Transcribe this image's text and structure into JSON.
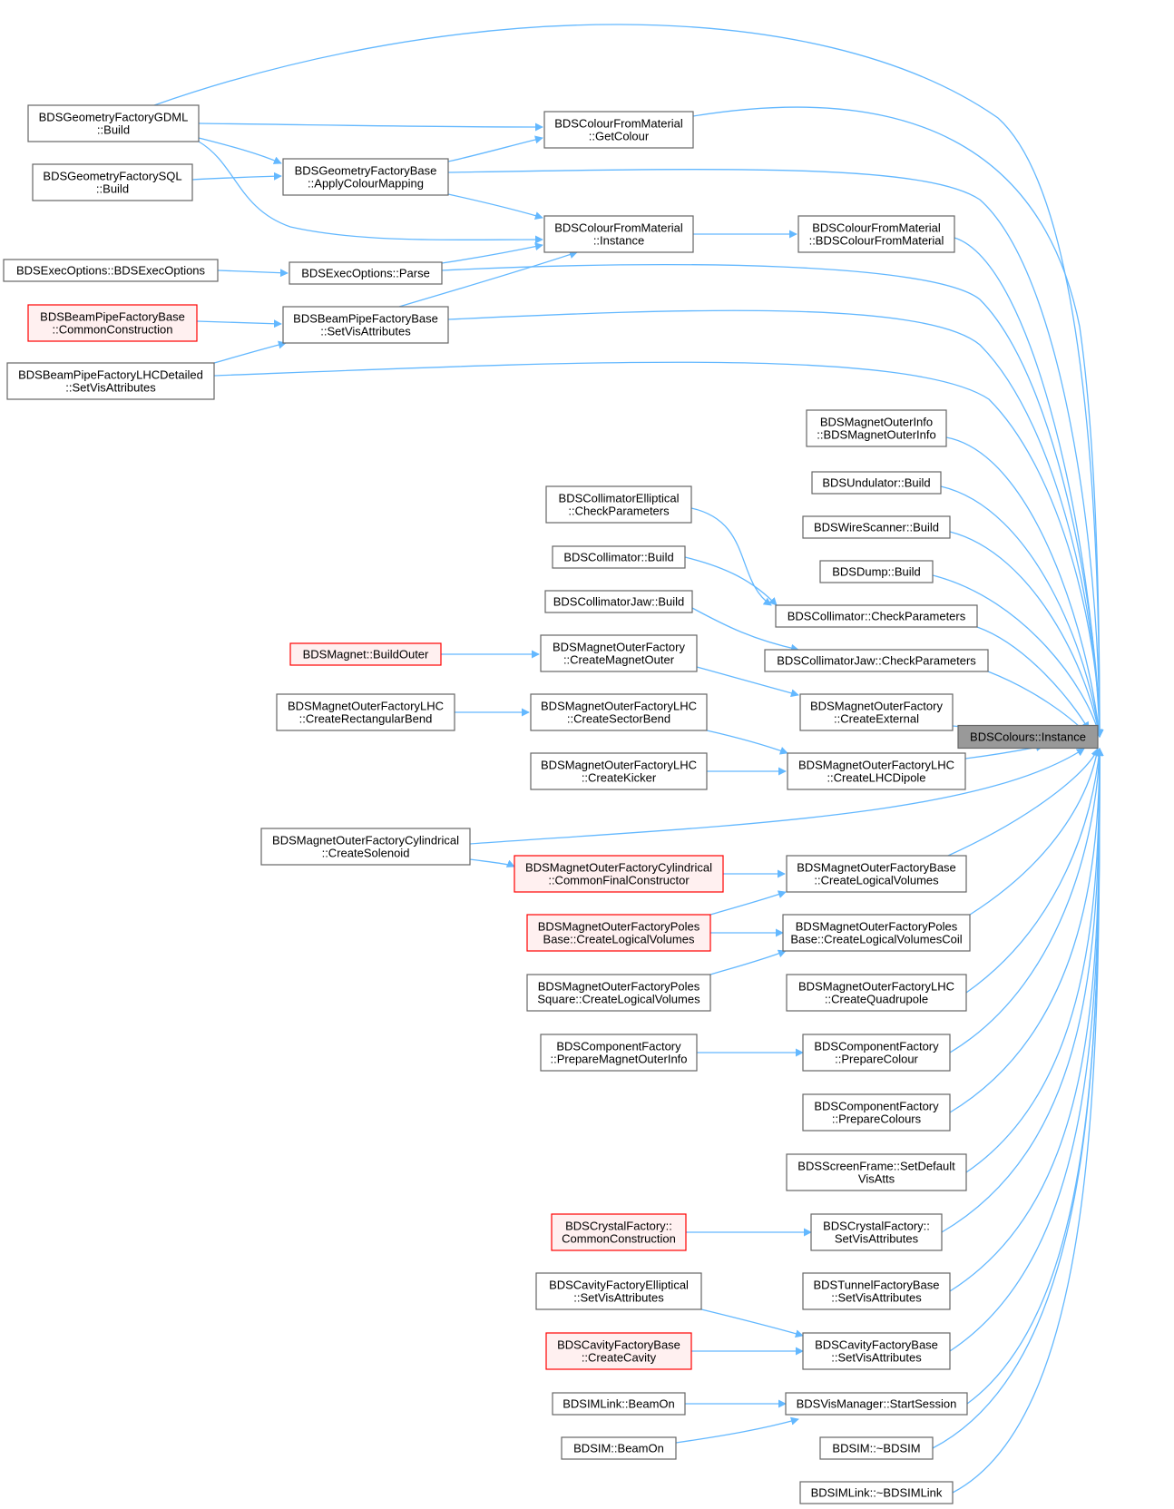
{
  "colors": {
    "edge": "#63b8ff",
    "node_fill": "#ffffff",
    "node_stroke": "#666666",
    "highlight_fill": "#fff0f0",
    "highlight_stroke": "#ff0000",
    "focus_fill": "#999999",
    "text": "#000000"
  },
  "nodes": [
    {
      "id": "root",
      "lines": [
        "BDSColours::Instance"
      ],
      "kind": "focus"
    },
    {
      "id": "gdml",
      "lines": [
        "BDSGeometryFactoryGDML",
        "::Build"
      ],
      "kind": "normal"
    },
    {
      "id": "cfm_get",
      "lines": [
        "BDSColourFromMaterial",
        "::GetColour"
      ],
      "kind": "normal"
    },
    {
      "id": "sql",
      "lines": [
        "BDSGeometryFactorySQL",
        "::Build"
      ],
      "kind": "normal"
    },
    {
      "id": "gfb_apply",
      "lines": [
        "BDSGeometryFactoryBase",
        "::ApplyColourMapping"
      ],
      "kind": "normal"
    },
    {
      "id": "cfm_inst",
      "lines": [
        "BDSColourFromMaterial",
        "::Instance"
      ],
      "kind": "normal"
    },
    {
      "id": "cfm_ctor",
      "lines": [
        "BDSColourFromMaterial",
        "::BDSColourFromMaterial"
      ],
      "kind": "normal"
    },
    {
      "id": "exec_ctor",
      "lines": [
        "BDSExecOptions::BDSExecOptions"
      ],
      "kind": "normal"
    },
    {
      "id": "exec_parse",
      "lines": [
        "BDSExecOptions::Parse"
      ],
      "kind": "normal"
    },
    {
      "id": "bpf_common",
      "lines": [
        "BDSBeamPipeFactoryBase",
        "::CommonConstruction"
      ],
      "kind": "highlight"
    },
    {
      "id": "bpf_setvis",
      "lines": [
        "BDSBeamPipeFactoryBase",
        "::SetVisAttributes"
      ],
      "kind": "normal"
    },
    {
      "id": "bplhc_setvis",
      "lines": [
        "BDSBeamPipeFactoryLHCDetailed",
        "::SetVisAttributes"
      ],
      "kind": "normal"
    },
    {
      "id": "moi",
      "lines": [
        "BDSMagnetOuterInfo",
        "::BDSMagnetOuterInfo"
      ],
      "kind": "normal"
    },
    {
      "id": "und",
      "lines": [
        "BDSUndulator::Build"
      ],
      "kind": "normal"
    },
    {
      "id": "wire",
      "lines": [
        "BDSWireScanner::Build"
      ],
      "kind": "normal"
    },
    {
      "id": "dump",
      "lines": [
        "BDSDump::Build"
      ],
      "kind": "normal"
    },
    {
      "id": "coll_ell",
      "lines": [
        "BDSCollimatorElliptical",
        "::CheckParameters"
      ],
      "kind": "normal"
    },
    {
      "id": "coll_build",
      "lines": [
        "BDSCollimator::Build"
      ],
      "kind": "normal"
    },
    {
      "id": "colljaw_build",
      "lines": [
        "BDSCollimatorJaw::Build"
      ],
      "kind": "normal"
    },
    {
      "id": "coll_check",
      "lines": [
        "BDSCollimator::CheckParameters"
      ],
      "kind": "normal"
    },
    {
      "id": "colljaw_check",
      "lines": [
        "BDSCollimatorJaw::CheckParameters"
      ],
      "kind": "normal"
    },
    {
      "id": "mag_buildouter",
      "lines": [
        "BDSMagnet::BuildOuter"
      ],
      "kind": "highlight"
    },
    {
      "id": "mof_cmo",
      "lines": [
        "BDSMagnetOuterFactory",
        "::CreateMagnetOuter"
      ],
      "kind": "normal"
    },
    {
      "id": "mof_ext",
      "lines": [
        "BDSMagnetOuterFactory",
        "::CreateExternal"
      ],
      "kind": "normal"
    },
    {
      "id": "lhc_rect",
      "lines": [
        "BDSMagnetOuterFactoryLHC",
        "::CreateRectangularBend"
      ],
      "kind": "normal"
    },
    {
      "id": "lhc_sector",
      "lines": [
        "BDSMagnetOuterFactoryLHC",
        "::CreateSectorBend"
      ],
      "kind": "normal"
    },
    {
      "id": "lhc_kicker",
      "lines": [
        "BDSMagnetOuterFactoryLHC",
        "::CreateKicker"
      ],
      "kind": "normal"
    },
    {
      "id": "lhc_dipole",
      "lines": [
        "BDSMagnetOuterFactoryLHC",
        "::CreateLHCDipole"
      ],
      "kind": "normal"
    },
    {
      "id": "cyl_sol",
      "lines": [
        "BDSMagnetOuterFactoryCylindrical",
        "::CreateSolenoid"
      ],
      "kind": "normal"
    },
    {
      "id": "cyl_cfc",
      "lines": [
        "BDSMagnetOuterFactoryCylindrical",
        "::CommonFinalConstructor"
      ],
      "kind": "highlight"
    },
    {
      "id": "mofb_clv",
      "lines": [
        "BDSMagnetOuterFactoryBase",
        "::CreateLogicalVolumes"
      ],
      "kind": "normal"
    },
    {
      "id": "poles_clv",
      "lines": [
        "BDSMagnetOuterFactoryPoles",
        "Base::CreateLogicalVolumes"
      ],
      "kind": "highlight"
    },
    {
      "id": "poles_coil",
      "lines": [
        "BDSMagnetOuterFactoryPoles",
        "Base::CreateLogicalVolumesCoil"
      ],
      "kind": "normal"
    },
    {
      "id": "polessq_clv",
      "lines": [
        "BDSMagnetOuterFactoryPoles",
        "Square::CreateLogicalVolumes"
      ],
      "kind": "normal"
    },
    {
      "id": "lhc_quad",
      "lines": [
        "BDSMagnetOuterFactoryLHC",
        "::CreateQuadrupole"
      ],
      "kind": "normal"
    },
    {
      "id": "cf_pmoi",
      "lines": [
        "BDSComponentFactory",
        "::PrepareMagnetOuterInfo"
      ],
      "kind": "normal"
    },
    {
      "id": "cf_pc",
      "lines": [
        "BDSComponentFactory",
        "::PrepareColour"
      ],
      "kind": "normal"
    },
    {
      "id": "cf_pcs",
      "lines": [
        "BDSComponentFactory",
        "::PrepareColours"
      ],
      "kind": "normal"
    },
    {
      "id": "screen",
      "lines": [
        "BDSScreenFrame::SetDefault",
        "VisAtts"
      ],
      "kind": "normal"
    },
    {
      "id": "cry_cc",
      "lines": [
        "BDSCrystalFactory::",
        "CommonConstruction"
      ],
      "kind": "highlight"
    },
    {
      "id": "cry_svis",
      "lines": [
        "BDSCrystalFactory::",
        "SetVisAttributes"
      ],
      "kind": "normal"
    },
    {
      "id": "cav_ell",
      "lines": [
        "BDSCavityFactoryElliptical",
        "::SetVisAttributes"
      ],
      "kind": "normal"
    },
    {
      "id": "tun",
      "lines": [
        "BDSTunnelFactoryBase",
        "::SetVisAttributes"
      ],
      "kind": "normal"
    },
    {
      "id": "cav_create",
      "lines": [
        "BDSCavityFactoryBase",
        "::CreateCavity"
      ],
      "kind": "highlight"
    },
    {
      "id": "cav_svis",
      "lines": [
        "BDSCavityFactoryBase",
        "::SetVisAttributes"
      ],
      "kind": "normal"
    },
    {
      "id": "link_beamon",
      "lines": [
        "BDSIMLink::BeamOn"
      ],
      "kind": "normal"
    },
    {
      "id": "vis",
      "lines": [
        "BDSVisManager::StartSession"
      ],
      "kind": "normal"
    },
    {
      "id": "bdsim_beamon",
      "lines": [
        "BDSIM::BeamOn"
      ],
      "kind": "normal"
    },
    {
      "id": "bdsim_dtor",
      "lines": [
        "BDSIM::~BDSIM"
      ],
      "kind": "normal"
    },
    {
      "id": "link_dtor",
      "lines": [
        "BDSIMLink::~BDSIMLink"
      ],
      "kind": "normal"
    }
  ]
}
